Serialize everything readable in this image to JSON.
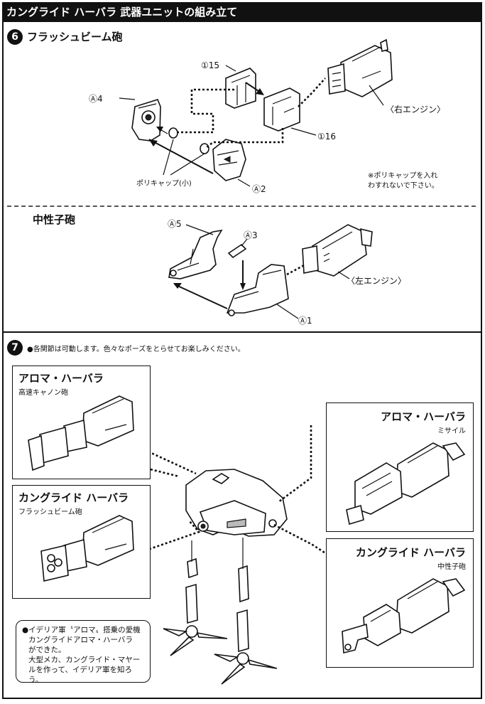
{
  "header": {
    "title": "カングライド ハーバラ 武器ユニットの組み立て"
  },
  "step6": {
    "number": "6",
    "title": "フラッシュビーム砲",
    "parts": {
      "a4": "Ⓐ4",
      "i15": "①15",
      "i16": "①16",
      "a2": "Ⓐ2",
      "polycap": "ポリキャップ(小)",
      "right_engine": "〈右エンジン〉"
    },
    "note_line1": "※ポリキャップを入れ",
    "note_line2": "わすれないで下さい。"
  },
  "neutron": {
    "title": "中性子砲",
    "parts": {
      "a5": "Ⓐ5",
      "a3": "Ⓐ3",
      "a1": "Ⓐ1",
      "left_engine": "〈左エンジン〉"
    }
  },
  "step7": {
    "number": "7",
    "instruction": "●各関節は可動します。色々なポーズをとらせてお楽しみください。",
    "boxes": {
      "aroma_cannon": {
        "title": "アロマ・ハーバラ",
        "subtitle": "高速キャノン砲"
      },
      "kang_flash": {
        "title": "カングライド ハーバラ",
        "subtitle": "フラッシュビーム砲"
      },
      "aroma_missile": {
        "title": "アロマ・ハーバラ",
        "subtitle": "ミサイル"
      },
      "kang_neutron": {
        "title": "カングライド ハーバラ",
        "subtitle": "中性子砲"
      }
    },
    "note": {
      "line1": "●イデリア軍〝アロマ〟搭乗の愛機",
      "line2": "カングライドアロマ・ハーバラ",
      "line3": "ができた。",
      "line4": "大型メカ、カングライド・マヤールを作って、イデリア軍を知ろう。"
    }
  }
}
